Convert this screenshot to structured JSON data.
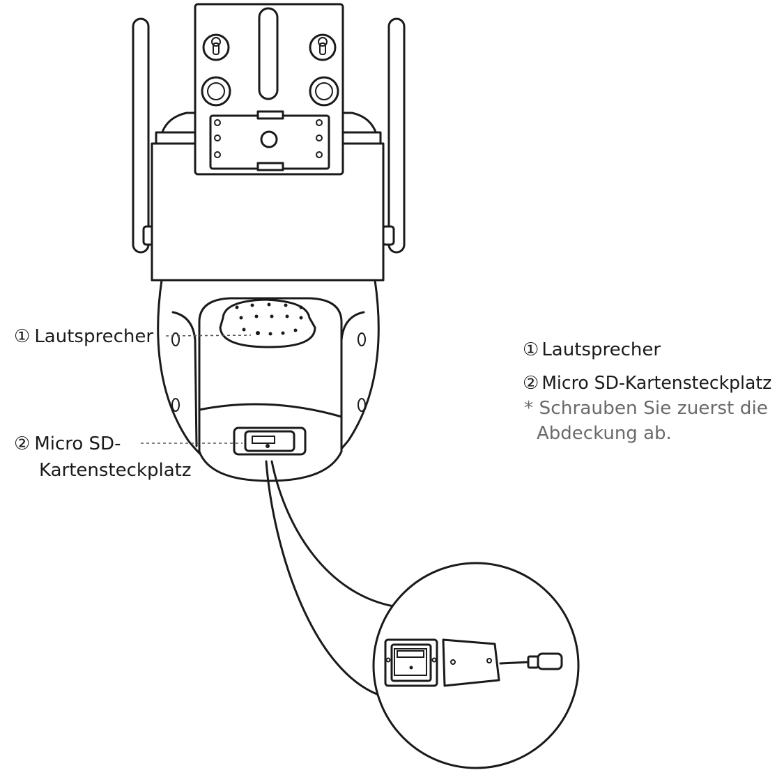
{
  "callouts": {
    "speaker": {
      "number": "①",
      "label": "Lautsprecher"
    },
    "sd_slot": {
      "number": "②",
      "label_line1": "Micro SD-",
      "label_line2": "Kartensteckplatz"
    }
  },
  "legend": {
    "item1": {
      "number": "①",
      "label": "Lautsprecher"
    },
    "item2": {
      "number": "②",
      "label": "Micro SD-Kartensteckplatz"
    },
    "note_line1": "* Schrauben Sie zuerst die",
    "note_line2": "Abdeckung ab."
  }
}
